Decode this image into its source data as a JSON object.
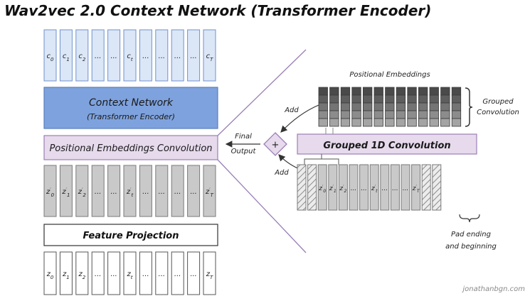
{
  "title": "Wav2vec 2.0 Context Network (Transformer Encoder)",
  "left_stack": {
    "context_tokens": [
      "c",
      "c",
      "c",
      "...",
      "...",
      "c",
      "...",
      "...",
      "...",
      "...",
      "c"
    ],
    "context_subs": [
      "0",
      "1",
      "2",
      "",
      "",
      "t",
      "",
      "",
      "",
      "",
      "T"
    ],
    "context_network_label": "Context Network",
    "context_network_sublabel": "(Transformer Encoder)",
    "pos_conv_label": "Positional Embeddings Convolution",
    "z_prime_tokens": [
      "z",
      "z",
      "z",
      "...",
      "...",
      "z",
      "...",
      "...",
      "...",
      "...",
      "z"
    ],
    "z_prime_subs": [
      "0",
      "1",
      "2",
      "",
      "",
      "t",
      "",
      "",
      "",
      "",
      "T"
    ],
    "feature_projection_label": "Feature Projection",
    "z_tokens": [
      "z",
      "z",
      "z",
      "...",
      "...",
      "z",
      "...",
      "...",
      "...",
      "...",
      "z"
    ],
    "z_subs": [
      "0",
      "1",
      "2",
      "",
      "",
      "t",
      "",
      "",
      "",
      "",
      "T"
    ]
  },
  "right_detail": {
    "positional_embeddings_label": "Positional Embeddings",
    "grouped_convolution_label_1": "Grouped",
    "grouped_convolution_label_2": "Convolution",
    "add_top": "Add",
    "add_bottom": "Add",
    "plus_symbol": "+",
    "final_output_1": "Final",
    "final_output_2": "Output",
    "grouped_1d_conv_label": "Grouped 1D Convolution",
    "input_tokens": [
      "z",
      "z",
      "z",
      "...",
      "...",
      "z",
      "...",
      "...",
      "...",
      "z"
    ],
    "input_subs": [
      "0",
      "1",
      "2",
      "",
      "",
      "t",
      "",
      "",
      "",
      "T"
    ],
    "pad_label_1": "Pad ending",
    "pad_label_2": "and beginning"
  },
  "watermark": "jonathanbgn.com",
  "colors": {
    "blue_cell": "#dbe6f7",
    "blue_stroke": "#6f93cc",
    "context_net": "#7ea2dd",
    "purple_box": "#e6daec",
    "purple_stroke": "#9b7fb6",
    "gray_cell": "#c9c9c9",
    "gray_stroke": "#7a7a7a",
    "dark_emb": "#4d4d4d"
  }
}
